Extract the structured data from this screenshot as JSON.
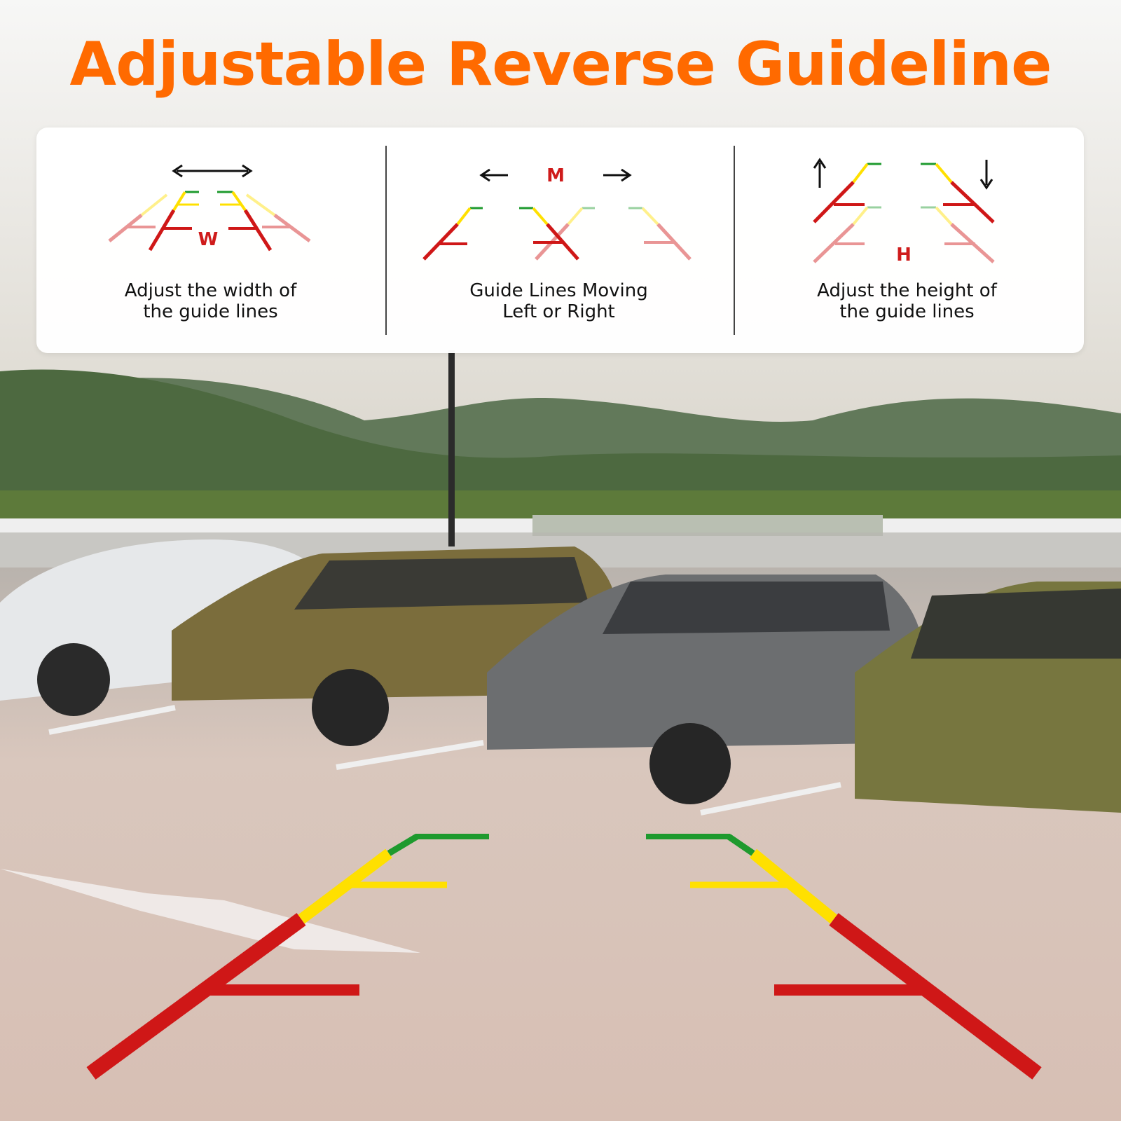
{
  "headline": "Adjustable Reverse Guideline",
  "colors": {
    "headline": "#ff6a00",
    "guide_green": "#1e9a2e",
    "guide_yellow": "#ffe000",
    "guide_red": "#cf1717",
    "guide_pink": "#f1b4b4",
    "label_letter": "#cf1b1b",
    "sky": "#f2f1ee",
    "hills": "#4f6a3f",
    "pavement": "#d8c3b9"
  },
  "features": [
    {
      "letter": "W",
      "caption_line1": "Adjust the width of",
      "caption_line2": "the guide lines",
      "icon": "double-arrow-horizontal-icon"
    },
    {
      "letter": "M",
      "caption_line1": "Guide Lines Moving",
      "caption_line2": "Left or Right",
      "icon": "left-right-arrows-icon"
    },
    {
      "letter": "H",
      "caption_line1": "Adjust the height of",
      "caption_line2": "the guide lines",
      "icon": "up-down-arrows-icon"
    }
  ]
}
